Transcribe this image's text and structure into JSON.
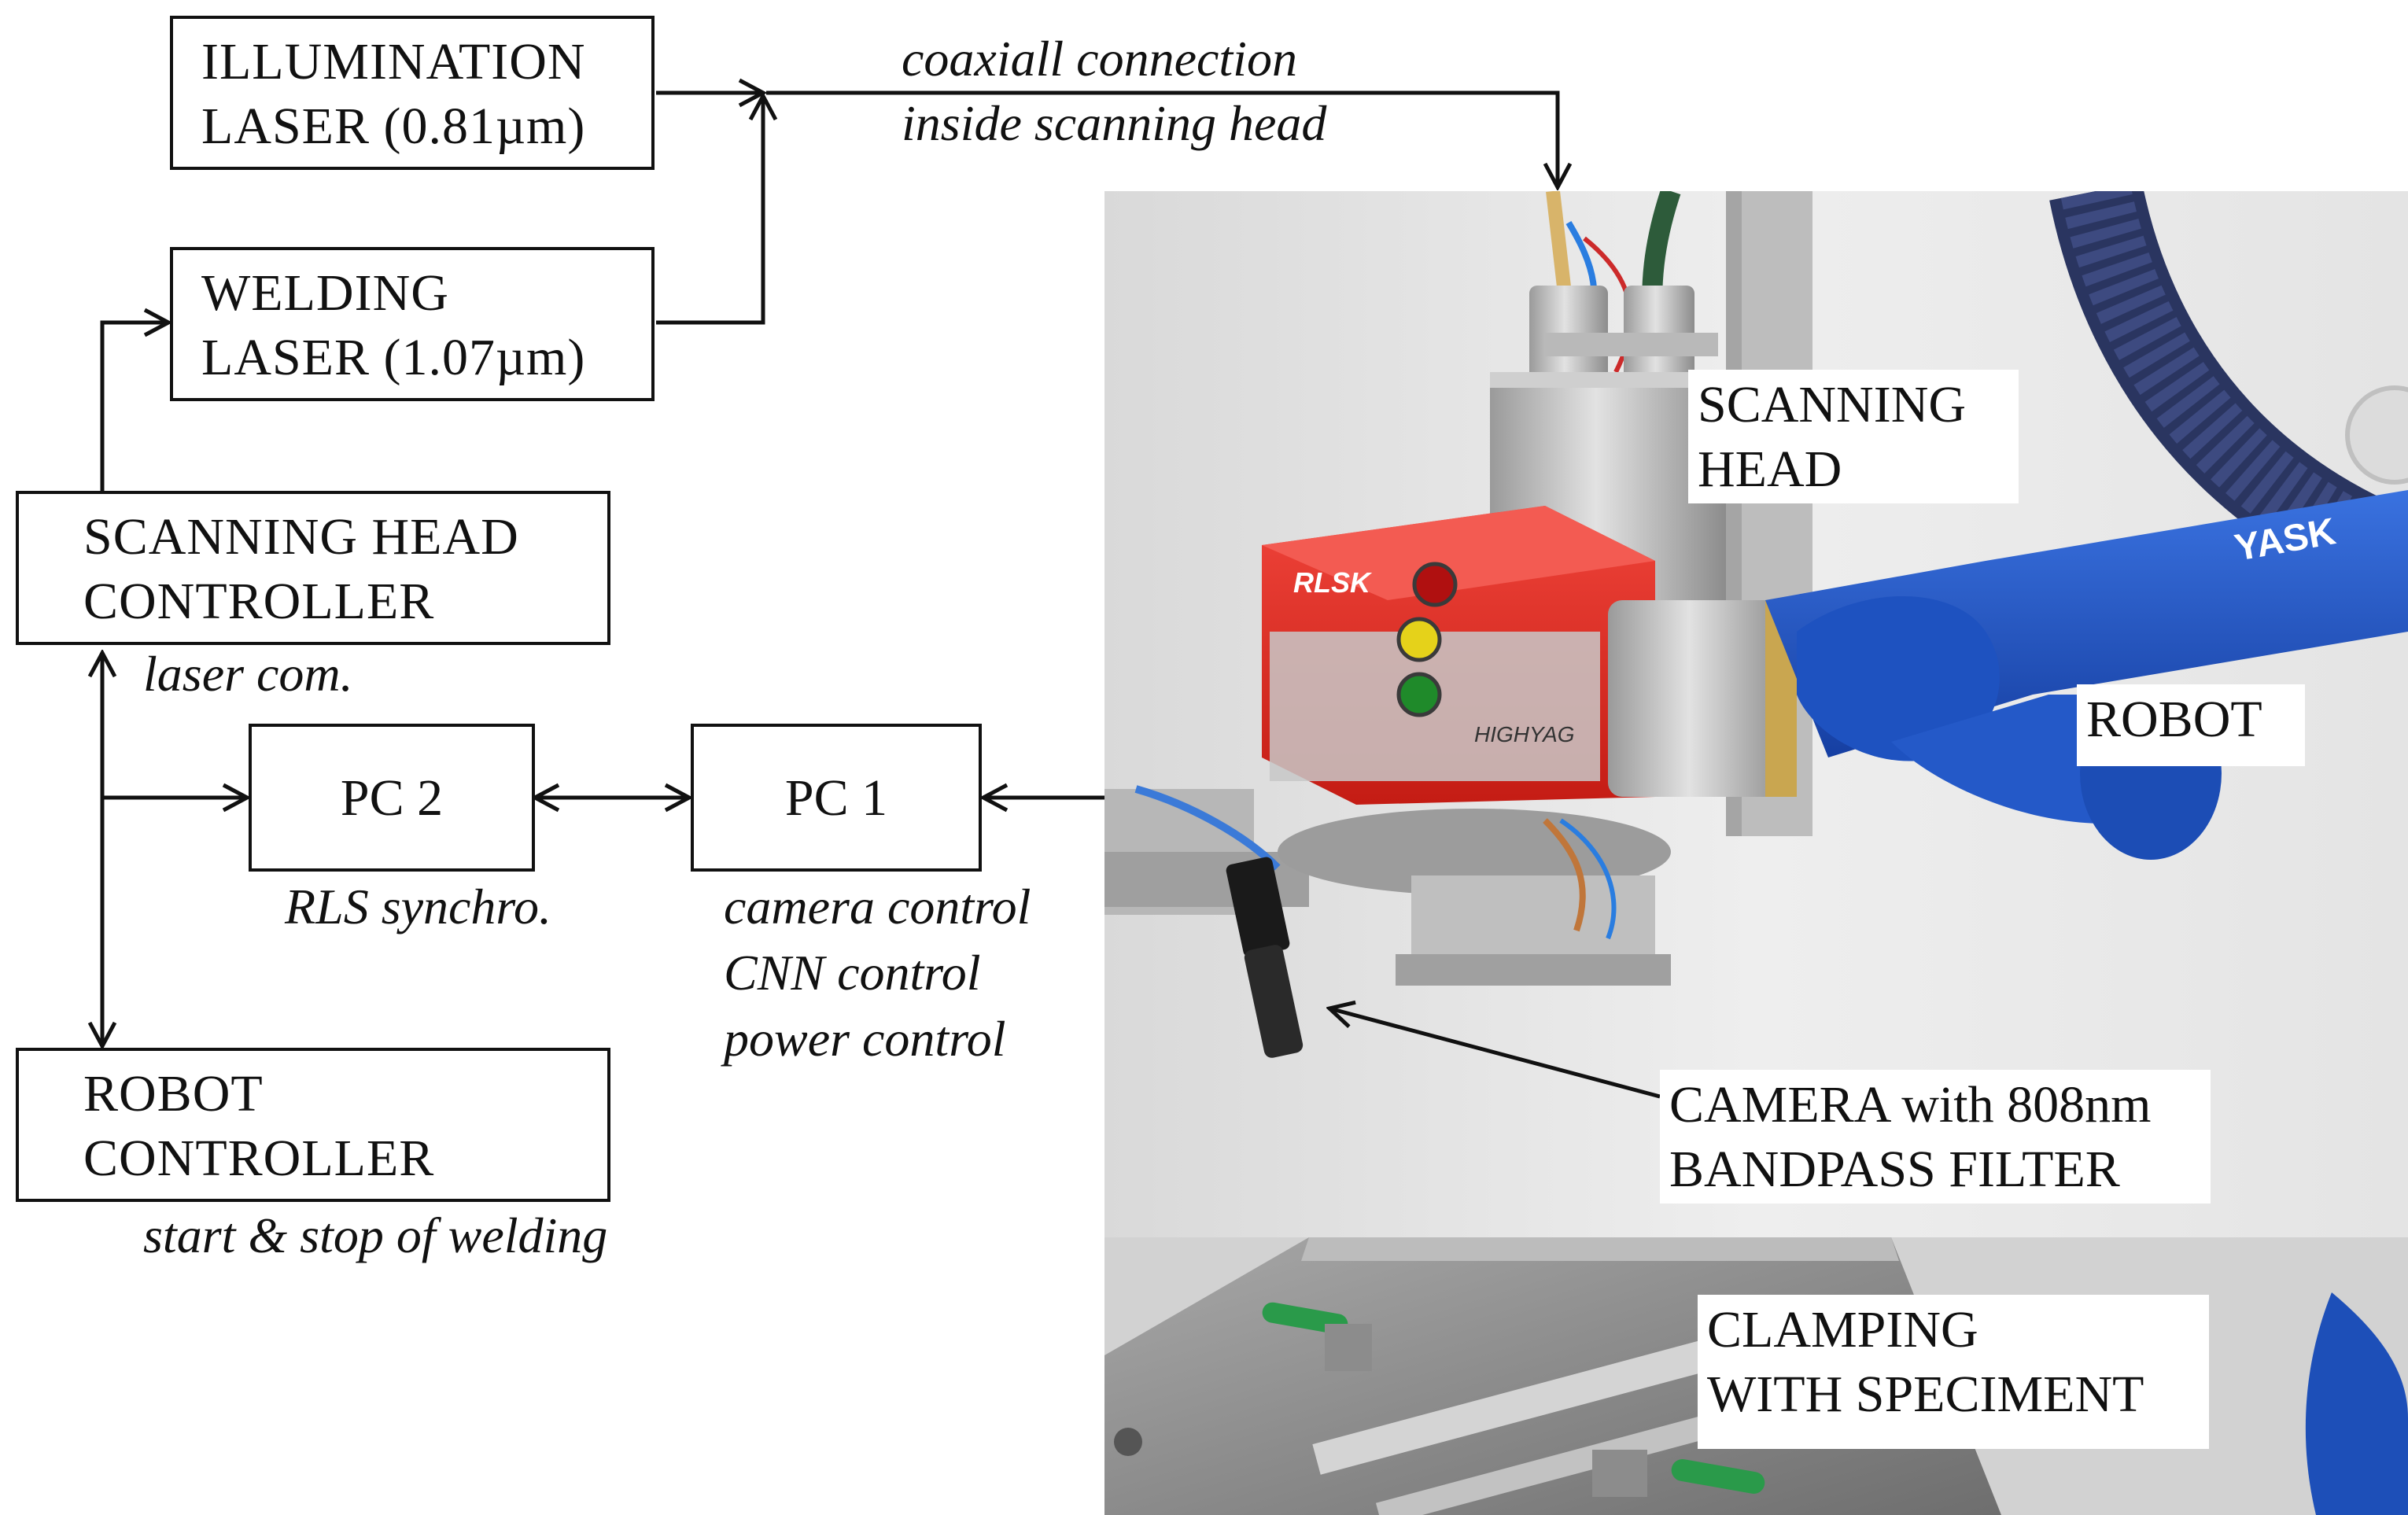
{
  "blocks": {
    "illumination_laser": [
      "ILLUMINATION",
      "LASER (0.81µm)"
    ],
    "welding_laser": [
      "WELDING",
      "LASER (1.07µm)"
    ],
    "scanning_head_controller": [
      "SCANNING HEAD",
      "CONTROLLER"
    ],
    "pc2": "PC 2",
    "pc1": "PC 1",
    "robot_controller": [
      "ROBOT",
      "CONTROLLER"
    ]
  },
  "annotations": {
    "coaxial": [
      "coaxiall connection",
      "inside scanning head"
    ],
    "laser_com": "laser com.",
    "rls_synchro": "RLS synchro.",
    "pc1_tasks": [
      "camera control",
      "CNN control",
      "power control"
    ],
    "start_stop": "start & stop of welding"
  },
  "photo_labels": {
    "scanning_head": [
      "SCANNING",
      "HEAD"
    ],
    "robot": "ROBOT",
    "camera": [
      "CAMERA with 808nm",
      "BANDPASS FILTER"
    ],
    "clamping": [
      "CLAMPING",
      "WITH SPECIMENT"
    ]
  },
  "photo_marks": {
    "head_brand": "RLSK",
    "head_maker": "HIGHYAG",
    "robot_brand": "YASK"
  },
  "colors": {
    "line": "#111111",
    "robot_blue": "#1f55c8",
    "head_red": "#e2231a",
    "wall": "#e6e6e6"
  }
}
